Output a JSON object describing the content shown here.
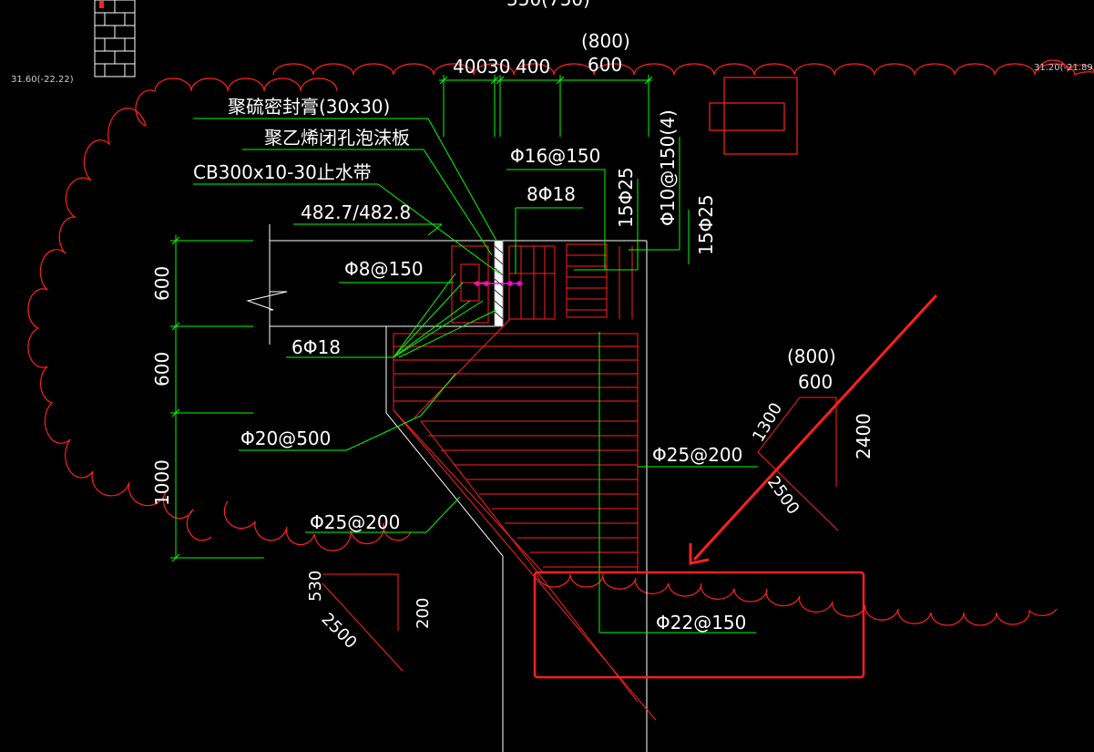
{
  "colors": {
    "background": "#000000",
    "rebar": "#ff2020",
    "dimension": "#00ff00",
    "text": "#ffffff",
    "cloud": "#ff2020",
    "highlight_box": "#ff2020",
    "arrow": "#ff2020",
    "marker": "#ff00ff"
  },
  "coords": {
    "left": "31.60(-22.22)",
    "right": "31.20(-21.89)"
  },
  "top_cut_label": "550(750)",
  "top_dims": {
    "d400a": "400",
    "d30": "30",
    "d400b": "400",
    "d800": "(800)",
    "d600": "600"
  },
  "callouts": {
    "sealant": "聚硫密封膏(30x30)",
    "foam_board": "聚乙烯闭孔泡沫板",
    "waterstop": "CB300x10-30止水带",
    "elevation": "482.7/482.8",
    "phi8": "Φ8@150",
    "bars_6": "6Φ18",
    "phi20": "Φ20@500",
    "phi25_lower": "Φ25@200",
    "phi16": "Φ16@150",
    "bars_8": "8Φ18",
    "bars_15a": "15Φ25",
    "phi10": "Φ10@150(4)",
    "bars_15b": "15Φ25",
    "phi25_right": "Φ25@200",
    "phi22": "Φ22@150"
  },
  "left_dims": {
    "d600a": "600",
    "d600b": "600",
    "d1000": "1000"
  },
  "bar_shape_left": {
    "a": "530",
    "b": "200",
    "c": "2500"
  },
  "bar_shape_right": {
    "top800": "(800)",
    "top600": "600",
    "a": "1300",
    "b": "2400",
    "c": "2500"
  }
}
